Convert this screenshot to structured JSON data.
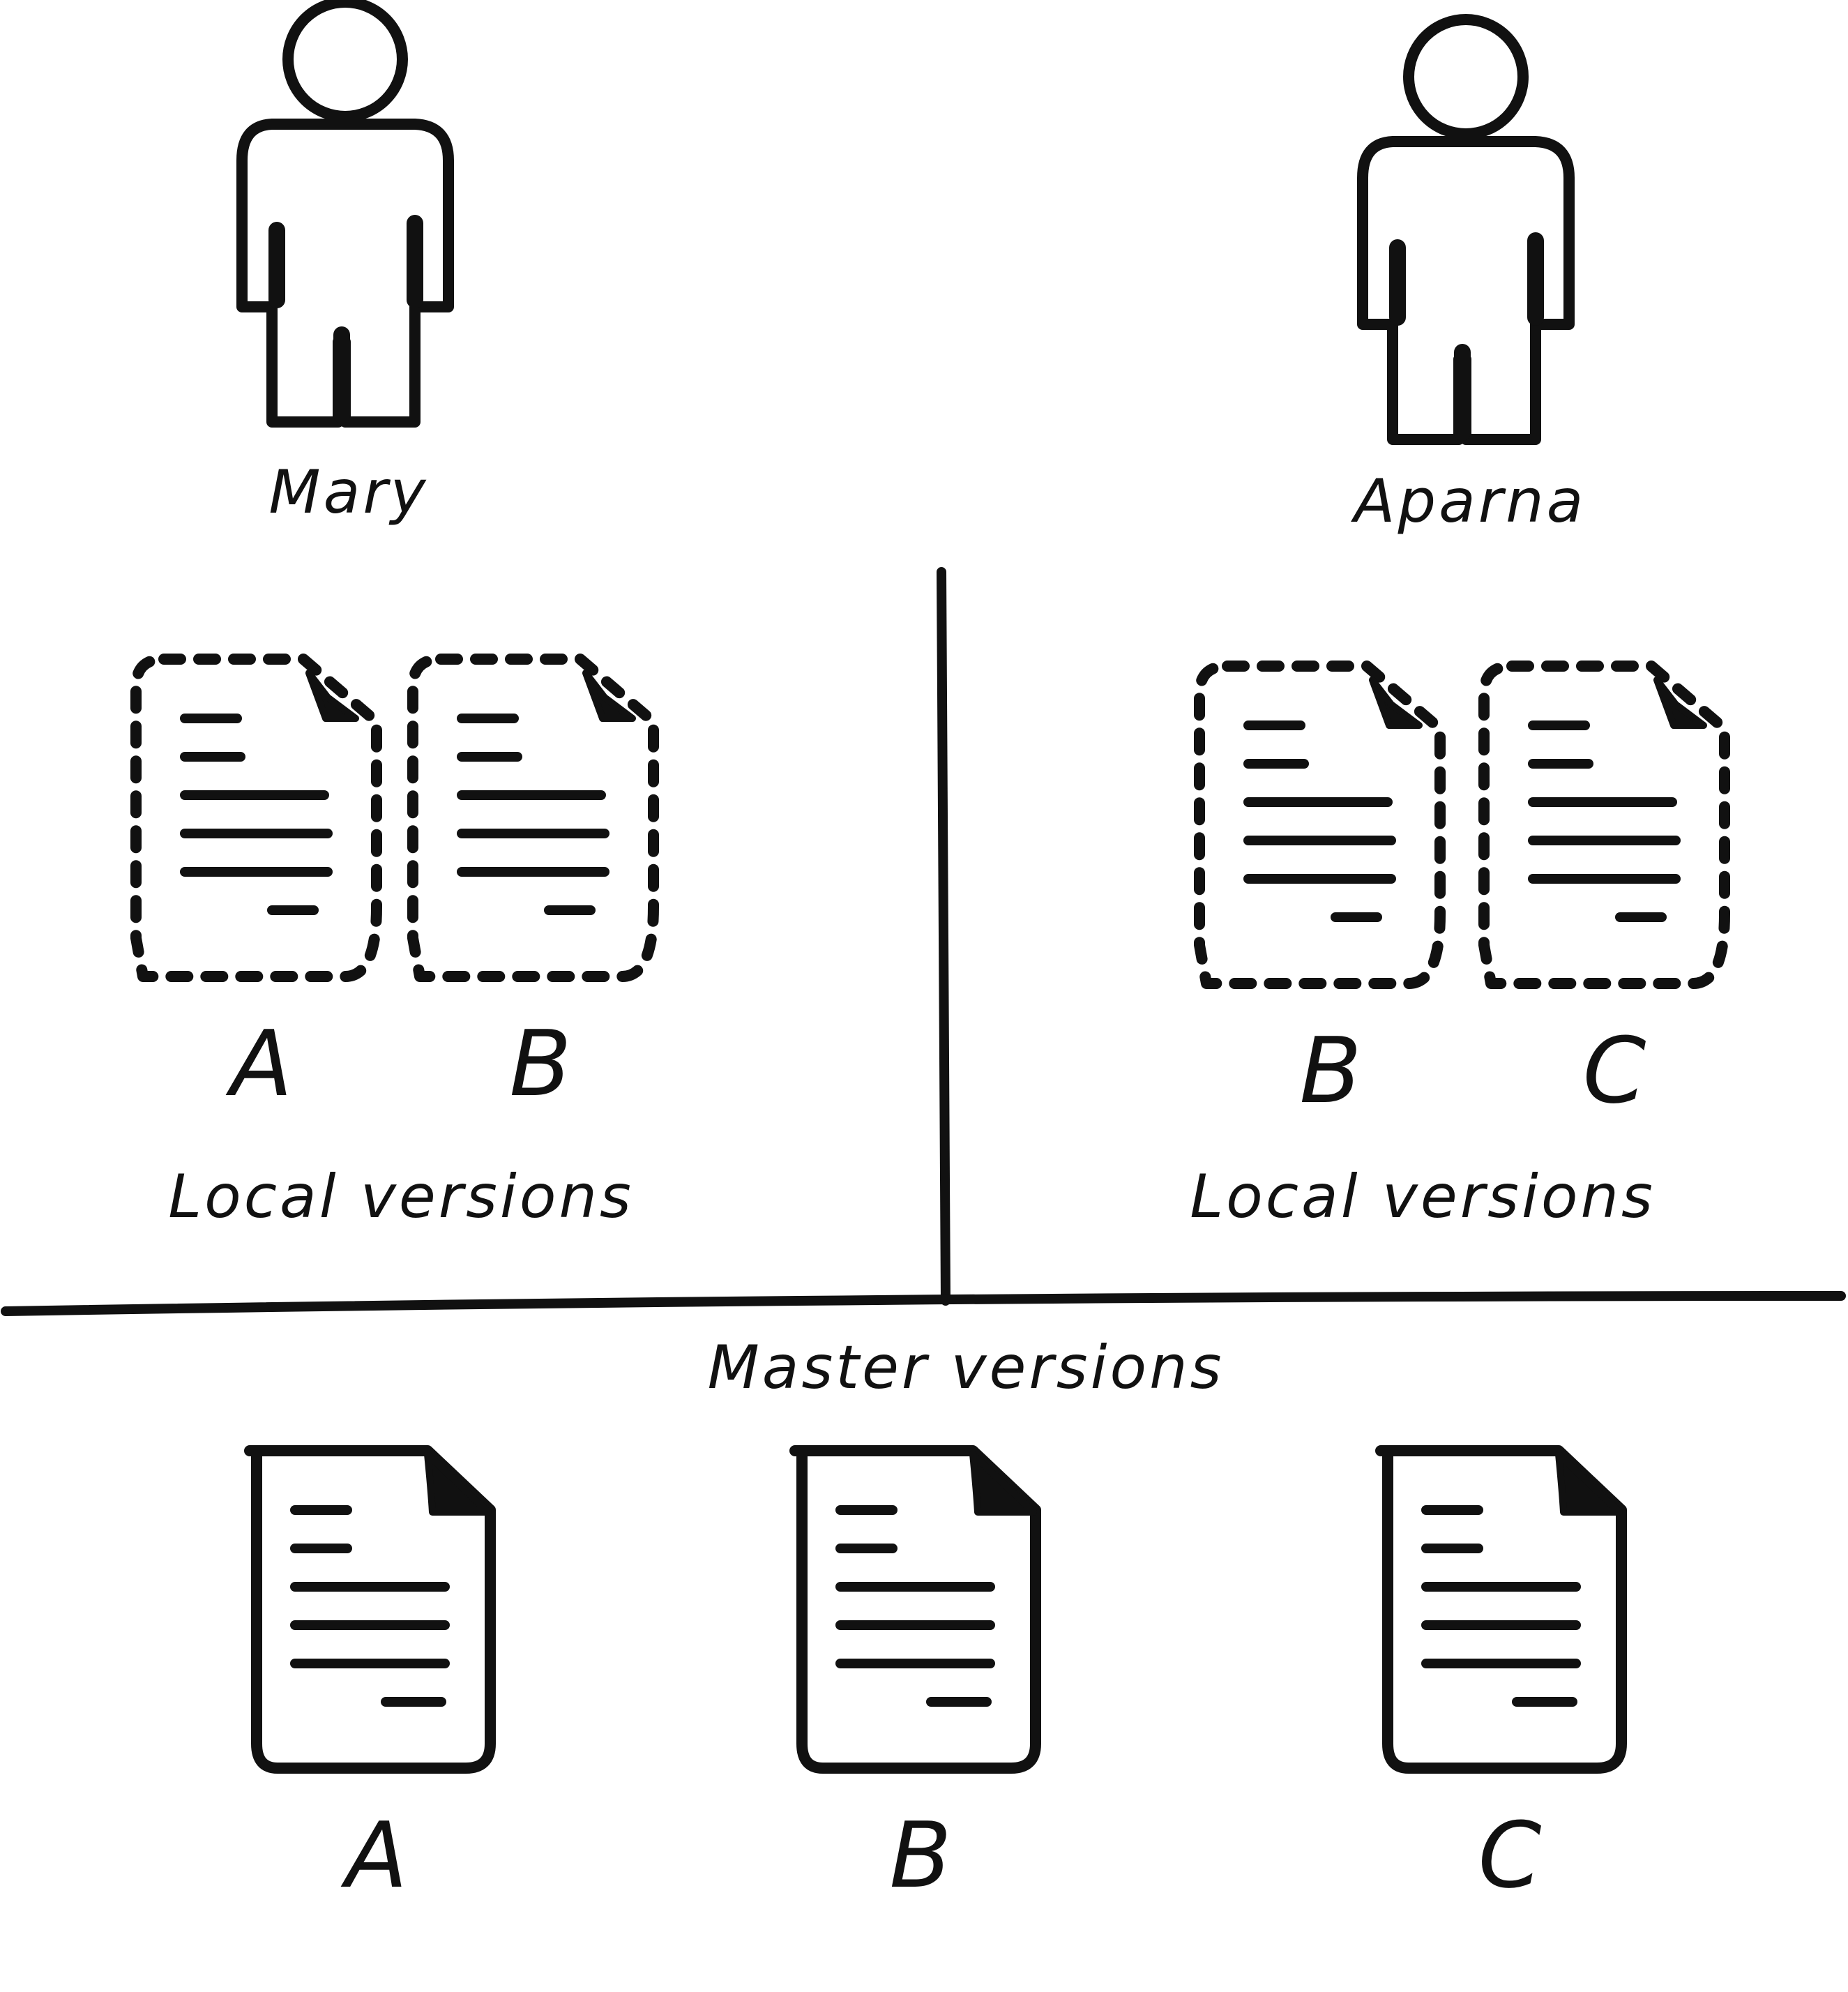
{
  "people": {
    "left": {
      "name": "Mary"
    },
    "right": {
      "name": "Aparna"
    }
  },
  "local": {
    "left": {
      "caption": "Local versions",
      "docs": [
        "A",
        "B"
      ]
    },
    "right": {
      "caption": "Local versions",
      "docs": [
        "B",
        "C"
      ]
    }
  },
  "master": {
    "caption": "Master versions",
    "docs": [
      "A",
      "B",
      "C"
    ]
  },
  "colors": {
    "ink": "#111111",
    "background": "#ffffff"
  }
}
